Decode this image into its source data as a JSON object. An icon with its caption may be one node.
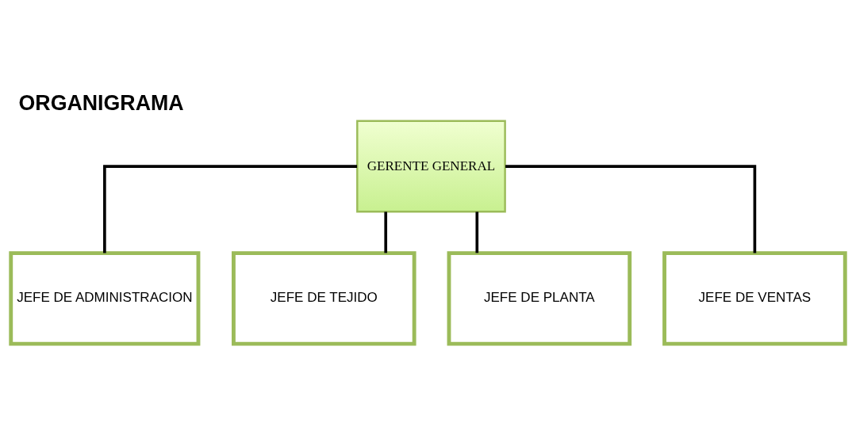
{
  "diagram": {
    "title": "ORGANIGRAMA",
    "nodes": [
      {
        "text": [
          "GERENTE GENERAL"
        ]
      },
      {
        "text": [
          "JEFE DE ADMINISTRACION"
        ]
      },
      {
        "text": [
          "JEFE DE TEJIDO"
        ]
      },
      {
        "text": [
          "JEFE DE PLANTA"
        ]
      },
      {
        "text": [
          "JEFE DE VENTAS"
        ]
      }
    ],
    "edges": [
      {
        "from": 0,
        "to": 1,
        "arrow": "none"
      },
      {
        "from": 0,
        "to": 2,
        "arrow": "none"
      },
      {
        "from": 0,
        "to": 3,
        "arrow": "none"
      },
      {
        "from": 0,
        "to": 4,
        "arrow": "none"
      }
    ]
  }
}
